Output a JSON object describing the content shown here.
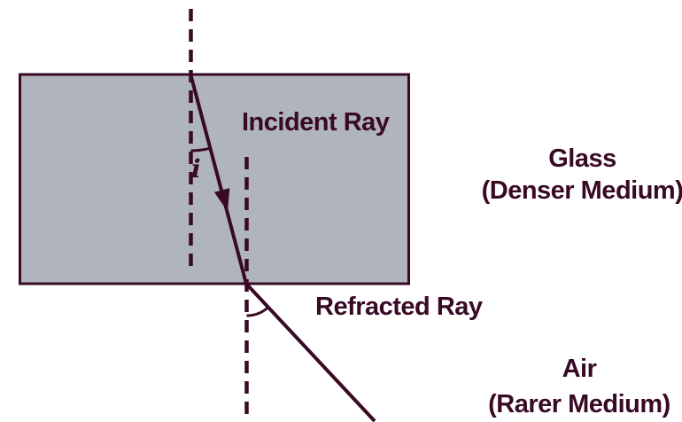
{
  "colors": {
    "line": "#380a24",
    "glass_fill": "#b0b4bc",
    "background": "#ffffff"
  },
  "labels": {
    "incident_ray": "Incident Ray",
    "refracted_ray": "Refracted Ray",
    "glass_medium_line1": "Glass",
    "glass_medium_line2": "(Denser Medium)",
    "air_medium_line1": "Air",
    "air_medium_line2": "(Rarer Medium)",
    "angle_of_incidence": "i"
  }
}
